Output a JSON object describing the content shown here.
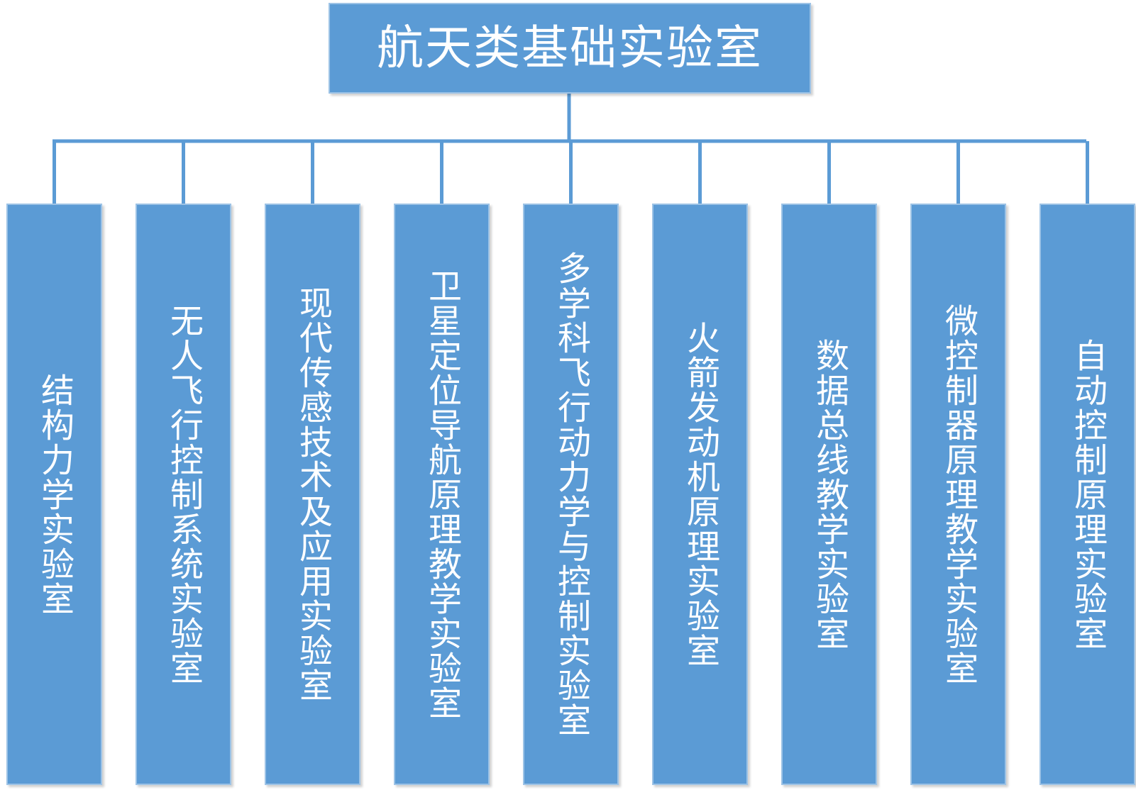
{
  "diagram": {
    "root": {
      "label": "航天类基础实验室"
    },
    "children": [
      {
        "label": "结构力学实验室"
      },
      {
        "label": "无人飞行控制系统实验室"
      },
      {
        "label": "现代传感技术及应用实验室"
      },
      {
        "label": "卫星定位导航原理教学实验室"
      },
      {
        "label": "多学科飞行动力学与控制实验室"
      },
      {
        "label": "火箭发动机原理实验室"
      },
      {
        "label": "数据总线教学实验室"
      },
      {
        "label": "微控制器原理教学实验室"
      },
      {
        "label": "自动控制原理实验室"
      }
    ],
    "colors": {
      "box_fill": "#5b9bd5",
      "box_border": "#9dc3e6",
      "connector": "#5b9bd5",
      "text": "#ffffff"
    }
  }
}
